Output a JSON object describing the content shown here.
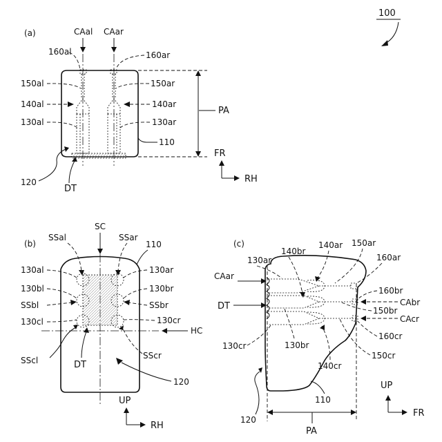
{
  "figure_number": "100",
  "panels": {
    "a": {
      "tag": "(a)",
      "labels": {
        "CAal": "CAal",
        "CAar": "CAar",
        "l160al": "160al",
        "l160ar": "160ar",
        "l150al": "150al",
        "l150ar": "150ar",
        "l140al": "140al",
        "l140ar": "140ar",
        "l130al": "130al",
        "l130ar": "130ar",
        "l110": "110",
        "l120": "120",
        "PA": "PA",
        "DT": "DT",
        "FR": "FR",
        "RH": "RH"
      }
    },
    "b": {
      "tag": "(b)",
      "labels": {
        "SC": "SC",
        "SSal": "SSal",
        "SSar": "SSar",
        "l110": "110",
        "l130al": "130al",
        "l130ar": "130ar",
        "l130bl": "130bl",
        "l130br": "130br",
        "SSbl": "SSbl",
        "SSbr": "SSbr",
        "l130cl": "130cl",
        "l130cr": "130cr",
        "HC": "HC",
        "SScl": "SScl",
        "SScr": "SScr",
        "DT": "DT",
        "l120": "120",
        "UP": "UP",
        "RH": "RH"
      }
    },
    "c": {
      "tag": "(c)",
      "labels": {
        "l140br": "140br",
        "l140ar": "140ar",
        "l150ar": "150ar",
        "l130ar": "130ar",
        "l160ar": "160ar",
        "CAar": "CAar",
        "l160br": "160br",
        "CAbr": "CAbr",
        "DT": "DT",
        "l150br": "150br",
        "CAcr": "CAcr",
        "l130cr": "130cr",
        "l130br": "130br",
        "l160cr": "160cr",
        "l140cr": "140cr",
        "l150cr": "150cr",
        "UP": "UP",
        "FR": "FR",
        "l120": "120",
        "l110": "110",
        "PA": "PA"
      }
    }
  }
}
